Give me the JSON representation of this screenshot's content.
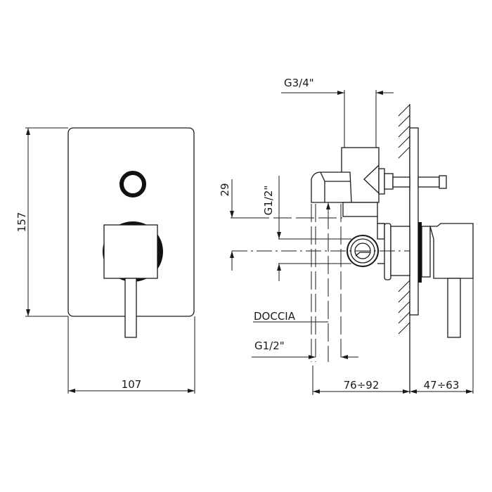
{
  "front_view": {
    "height_dim": "157",
    "width_dim": "107"
  },
  "side_view": {
    "inlet_thread": "G3/4\"",
    "offset_dim": "29",
    "outlet_thread": "G1/2\"",
    "shower_label": "DOCCIA",
    "shower_thread": "G1/2\"",
    "depth_dim": "76÷92",
    "projection_dim": "47÷63"
  },
  "colors": {
    "line": "#1a1a1a",
    "background": "#ffffff"
  }
}
